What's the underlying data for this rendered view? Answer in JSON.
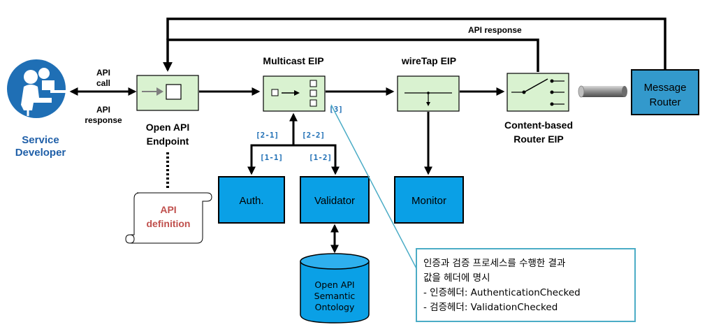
{
  "actors": {
    "developer_line1": "Service",
    "developer_line2": "Developer"
  },
  "left_arrow": {
    "call_line1": "API",
    "call_line2": "call",
    "response_line1": "API",
    "response_line2": "response"
  },
  "top_feedback_label": "API response",
  "components": {
    "endpoint_line1": "Open API",
    "endpoint_line2": "Endpoint",
    "multicast": "Multicast EIP",
    "wiretap": "wireTap EIP",
    "router_line1": "Content-based",
    "router_line2": "Router EIP",
    "message_router_line1": "Message",
    "message_router_line2": "Router",
    "auth": "Auth.",
    "validator": "Validator",
    "monitor": "Monitor",
    "ontology_line1": "Open API",
    "ontology_line2": "Semantic",
    "ontology_line3": "Ontology",
    "definition_line1": "API",
    "definition_line2": "definition"
  },
  "step_labels": {
    "s21": "[2-1]",
    "s22": "[2-2]",
    "s11": "[1-1]",
    "s12": "[1-2]",
    "s3": "[3]"
  },
  "callout": {
    "line1": "인증과 검증 프로세스를 수행한 결과",
    "line2": "값을 헤더에 명시",
    "line3": " - 인증헤더: AuthenticationChecked",
    "line4": " - 검증헤더: ValidationChecked"
  },
  "colors": {
    "eip_box": "#d9f2d0",
    "service_box": "#0aa0e6",
    "message_router": "#3399cc",
    "callout_border": "#4bacc6",
    "definition_text": "#c0504d"
  }
}
